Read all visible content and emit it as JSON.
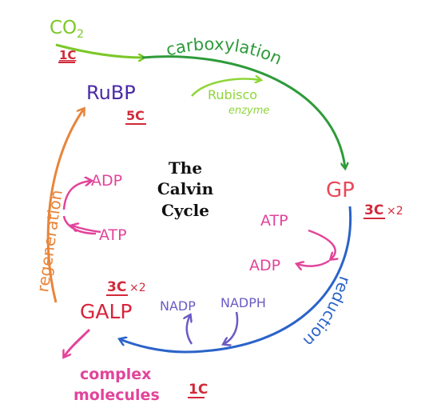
{
  "title": {
    "line1": "The",
    "line2": "Calvin",
    "line3": "Cycle"
  },
  "molecules": {
    "co2": {
      "label": "CO",
      "subscript": "2",
      "carbons": "1C"
    },
    "rubp": {
      "label": "RuBP",
      "carbons": "5C"
    },
    "gp": {
      "label": "GP",
      "carbons": "3C",
      "multiplier": "×2"
    },
    "galp": {
      "label": "GALP",
      "carbons": "3C",
      "multiplier": "×2"
    },
    "complex": {
      "line1": "complex",
      "line2": "molecules",
      "carbons": "1C"
    }
  },
  "stages": {
    "carboxylation": "carboxylation",
    "reduction": "reduction",
    "regeneration": "regeneration"
  },
  "enzyme": {
    "name": "Rubisco",
    "note": "enzyme"
  },
  "cofactors": {
    "reduction_atp": "ATP",
    "reduction_adp": "ADP",
    "nadp": "NADP",
    "nadph": "NADPH",
    "regen_adp": "ADP",
    "regen_atp": "ATP"
  },
  "colors": {
    "co2": "#7cc828",
    "carboxylation": "#2e9b3a",
    "rubisco": "#8fd63a",
    "rubp": "#4b2aa8",
    "carbon_tag": "#d12a3a",
    "gp": "#e8485a",
    "reduction": "#2b63c9",
    "galp": "#d8243c",
    "regeneration": "#e8853a",
    "energy": "#e2449a",
    "nadp": "#6a5bc4",
    "title": "#111111"
  }
}
